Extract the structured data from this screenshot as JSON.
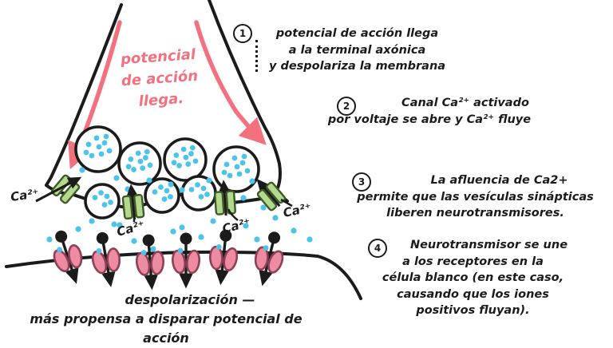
{
  "colors": {
    "pink": "#f3717e",
    "receptor_fill": "#ec8ba2",
    "receptor_stroke": "#8d4156",
    "green_fill": "#b5d98c",
    "green_stroke": "#3d5a28",
    "blue": "#4cc3e8",
    "ink": "#1b1b1b"
  },
  "axon_label": {
    "lines": [
      "potencial",
      "de acción",
      "llega."
    ]
  },
  "ca_labels": {
    "left": "Ca²⁺",
    "mid1": "Ca²⁺",
    "mid2": "Ca²⁺",
    "right": "Ca²⁺"
  },
  "steps": [
    {
      "number": "1",
      "lines": [
        "potencial de acción llega",
        "a la terminal axónica",
        "y despolariza la membrana"
      ]
    },
    {
      "number": "2",
      "lines": [
        "Canal Ca²⁺ activado",
        "por voltaje se abre y  Ca²⁺ fluye"
      ]
    },
    {
      "number": "3",
      "lines": [
        "La afluencia de Ca2+",
        "permite que las vesículas sinápticas",
        "liberen neurotransmisores."
      ]
    },
    {
      "number": "4",
      "lines": [
        "Neurotransmisor se une",
        "a los receptores en la",
        "célula blanco (en este caso,",
        "causando que los iones",
        "positivos fluyan)."
      ]
    }
  ],
  "bottom_note": {
    "line1": "despolarización —",
    "line2": "más propensa a disparar potencial de acción"
  }
}
